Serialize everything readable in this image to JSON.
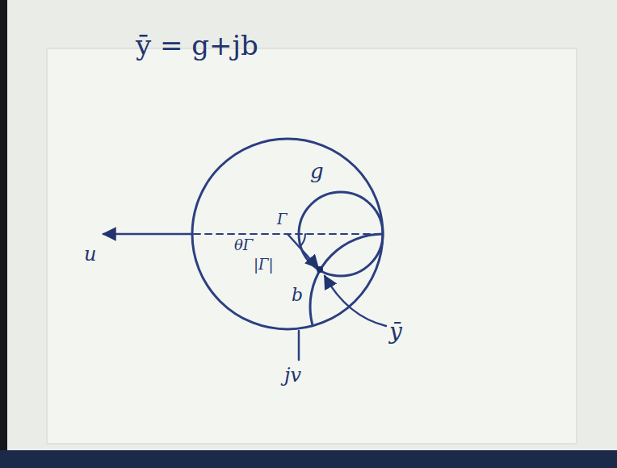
{
  "diagram": {
    "labels": [
      "ȳ = g+jb",
      "g",
      "θΓ",
      "|Γ|",
      "Γ",
      "b",
      "ȳ",
      "u",
      "jv"
    ]
  }
}
